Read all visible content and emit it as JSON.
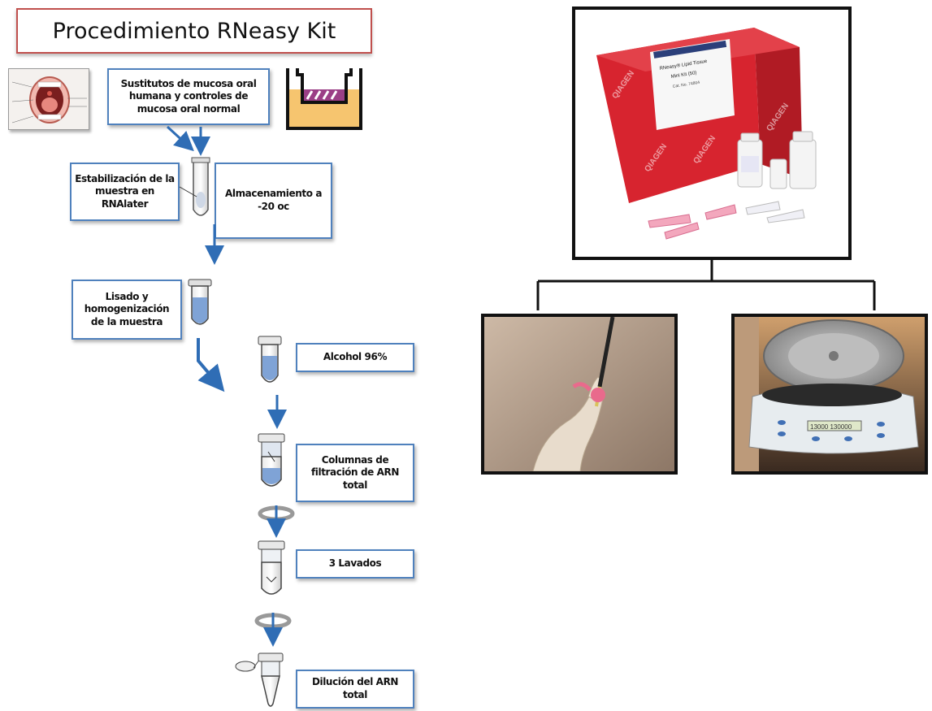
{
  "title": "Procedimiento RNeasy Kit",
  "steps": {
    "sample_source": "Sustitutos de mucosa oral humana y controles de mucosa oral normal",
    "stabilization": "Estabilización de la muestra en RNAlater",
    "storage": "Almacenamiento a -20 oc",
    "lysis": "Lisado y homogenización de la muestra",
    "alcohol": "Alcohol 96%",
    "columns": "Columnas de filtración de ARN total",
    "washes": "3 Lavados",
    "dilution": "Dilución del ARN total"
  },
  "kit_box": {
    "brand": "QIAGEN",
    "label_line1": "RNeasy® Lipid Tissue",
    "label_line2": "Mini Kit (50)",
    "cat": "Cat. No. 74804"
  },
  "centrifuge_display": "13000 130000"
}
